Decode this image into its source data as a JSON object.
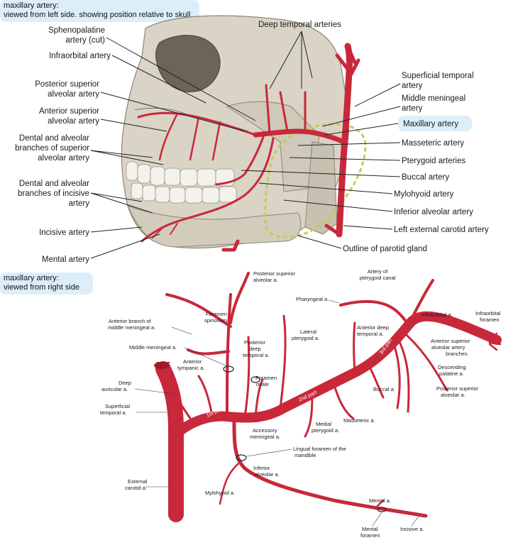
{
  "captions": {
    "top": [
      "maxillary artery:",
      "viewed from left side. showing position relative to skull"
    ],
    "bottom": [
      "maxillary artery:",
      "viewed from right side"
    ]
  },
  "skull_labels": {
    "sphenopalatine": [
      "Sphenopalatine",
      "artery (cut)"
    ],
    "infraorbital": "Infraorbital artery",
    "posterior_superior_alveolar": [
      "Posterior superior",
      "alveolar artery"
    ],
    "anterior_superior_alveolar": [
      "Anterior superior",
      "alveolar artery"
    ],
    "dental_superior": [
      "Dental and alveolar",
      "branches of superior",
      "alveolar artery"
    ],
    "dental_incisive": [
      "Dental and alveolar",
      "branches of incisive",
      "artery"
    ],
    "incisive": "Incisive artery",
    "mental": "Mental artery",
    "deep_temporal": "Deep temporal arteries",
    "superficial_temporal": [
      "Superficial temporal",
      "artery"
    ],
    "middle_meningeal": [
      "Middle meningeal",
      "artery"
    ],
    "maxillary": "Maxillary artery",
    "masseteric": "Masseteric artery",
    "pterygoid": "Pterygoid arteries",
    "buccal": "Buccal artery",
    "mylohyoid": "Mylohyoid artery",
    "inferior_alveolar": "Inferior alveolar artery",
    "left_external_carotid": "Left external carotid artery",
    "parotid_outline": "Outline of parotid gland"
  },
  "artery_labels": {
    "posterior_superior_alveolar": [
      "Posterior superior",
      "alveolar a."
    ],
    "pterygoid_canal": [
      "Artery of",
      "pterygoid canal"
    ],
    "pharyngeal": "Pharyngeal a.",
    "infraorbital": "Infraorbital a.",
    "infraorbital_foramen": [
      "Infraorbital",
      "foramen"
    ],
    "anterior_branch_mm": [
      "Anterior branch of",
      "middle meningeal a."
    ],
    "foramen_spinosum": [
      "Foramen",
      "spinosum"
    ],
    "lateral_pterygoid": [
      "Lateral",
      "pterygoid a."
    ],
    "anterior_deep_temporal": [
      "Anterior deep",
      "temporal a."
    ],
    "middle_meningeal": "Middle meningeal a.",
    "posterior_deep_temporal": [
      "Posterior",
      "deep",
      "temporal a."
    ],
    "anterior_superior_alveolar_branches": [
      "Anterior superior",
      "alveolar artery",
      "branches"
    ],
    "anterior_tympanic": [
      "Anterior",
      "tympanic a."
    ],
    "foramen_ovale": [
      "Foramen",
      "ovale"
    ],
    "descending_palatine": [
      "Descending",
      "palatine a."
    ],
    "deep_auricular": [
      "Deep",
      "auricular a."
    ],
    "buccal": "Buccal a.",
    "posterior_superior_alveolar_right": [
      "Posterior superior",
      "alveolar a."
    ],
    "superficial_temporal": [
      "Superficial",
      "temporal a."
    ],
    "first_part": "1st part",
    "second_part": "2nd part",
    "third_part": "3rd part",
    "masseteric": "Masseteric a.",
    "medial_pterygoid": [
      "Medial",
      "pterygoid a."
    ],
    "accessory_meningeal": [
      "Accessory",
      "meningeal a."
    ],
    "lingual_foramen": [
      "Lingual foramen of the",
      "mandible"
    ],
    "inferior_alveolar": [
      "Inferior",
      "alveolar a."
    ],
    "external_carotid": [
      "External",
      "carotid a."
    ],
    "mylohyoid": "Mylohyoid a.",
    "mental": "Mental a.",
    "mental_foramen": [
      "Mental",
      "foramen"
    ],
    "incisive": "Incisive a."
  },
  "colors": {
    "artery": "#c8283a",
    "artery_highlight": "#e8707c",
    "caption_bg": "#dceefa",
    "parotid_outline": "#c9c95a"
  }
}
